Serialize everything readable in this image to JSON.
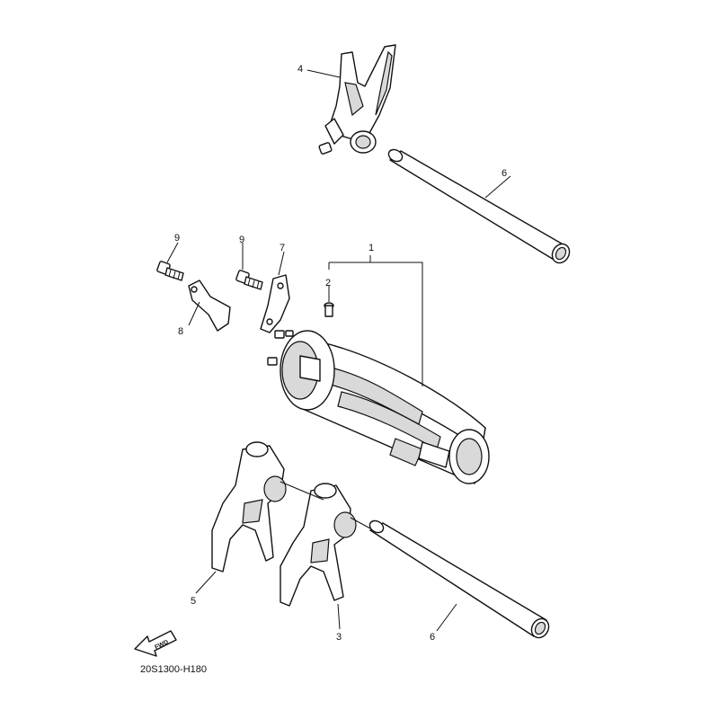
{
  "callouts": {
    "c1": "1",
    "c2": "2",
    "c3": "3",
    "c4": "4",
    "c5": "5",
    "c6_upper": "6",
    "c6_lower": "6",
    "c7": "7",
    "c8": "8",
    "c9_left": "9",
    "c9_right": "9"
  },
  "fwd_label": "FWD",
  "diagram_code": "20S1300-H180"
}
